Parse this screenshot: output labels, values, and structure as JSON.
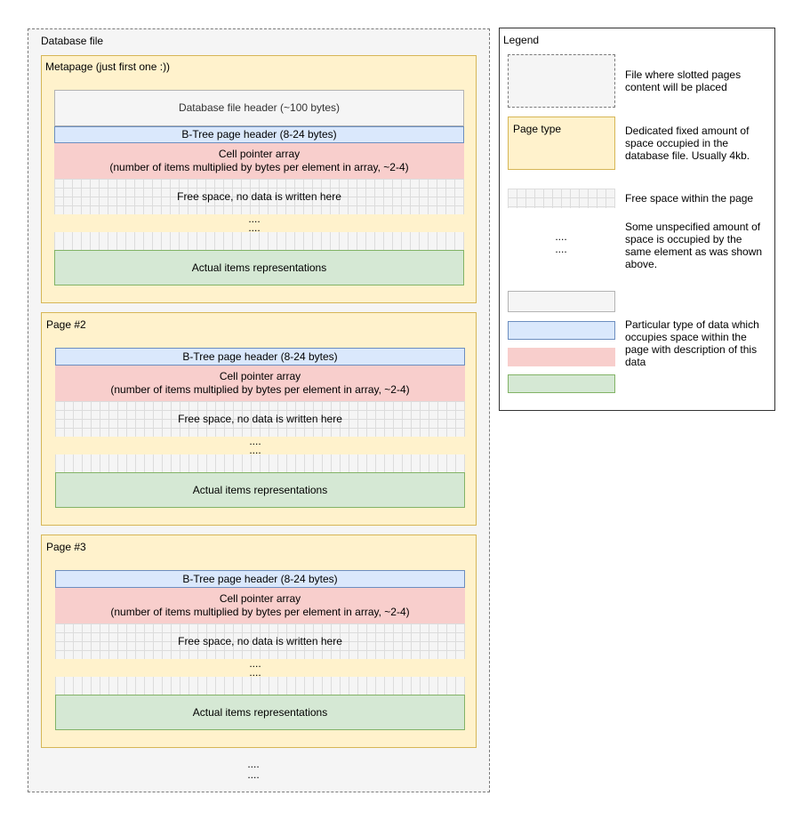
{
  "database_file": {
    "label": "Database file",
    "trailing_dots": "....\n...."
  },
  "pages": [
    {
      "title": "Metapage (just first one :))",
      "file_header": "Database file header (~100 bytes)",
      "btree_header": "B-Tree page header (8-24 bytes)",
      "cell_pointer_line1": "Cell pointer array",
      "cell_pointer_line2": "(number of items multiplied by bytes per element in array, ~2-4)",
      "free_space": "Free space, no data is written here",
      "dots": "....\n....",
      "items": "Actual items representations"
    },
    {
      "title": "Page #2",
      "btree_header": "B-Tree page header (8-24 bytes)",
      "cell_pointer_line1": "Cell pointer array",
      "cell_pointer_line2": "(number of items multiplied by bytes per element in array, ~2-4)",
      "free_space": "Free space, no data is written here",
      "dots": "....\n....",
      "items": "Actual items representations"
    },
    {
      "title": "Page #3",
      "btree_header": "B-Tree page header (8-24 bytes)",
      "cell_pointer_line1": "Cell pointer array",
      "cell_pointer_line2": "(number of items multiplied by bytes per element in array, ~2-4)",
      "free_space": "Free space, no data is written here",
      "dots": "....\n....",
      "items": "Actual items representations"
    }
  ],
  "legend": {
    "title": "Legend",
    "file_desc": "File where slotted pages content will be placed",
    "page_type_label": "Page type",
    "page_type_desc": "Dedicated fixed amount of space occupied in the database file. Usually 4kb.",
    "free_space_desc": "Free space within the page",
    "dots": "....\n....",
    "dots_desc": "Some unspecified amount of space is occupied by the same element as was shown above.",
    "data_desc": "Particular type of data which occupies space within the page with description of this data"
  }
}
